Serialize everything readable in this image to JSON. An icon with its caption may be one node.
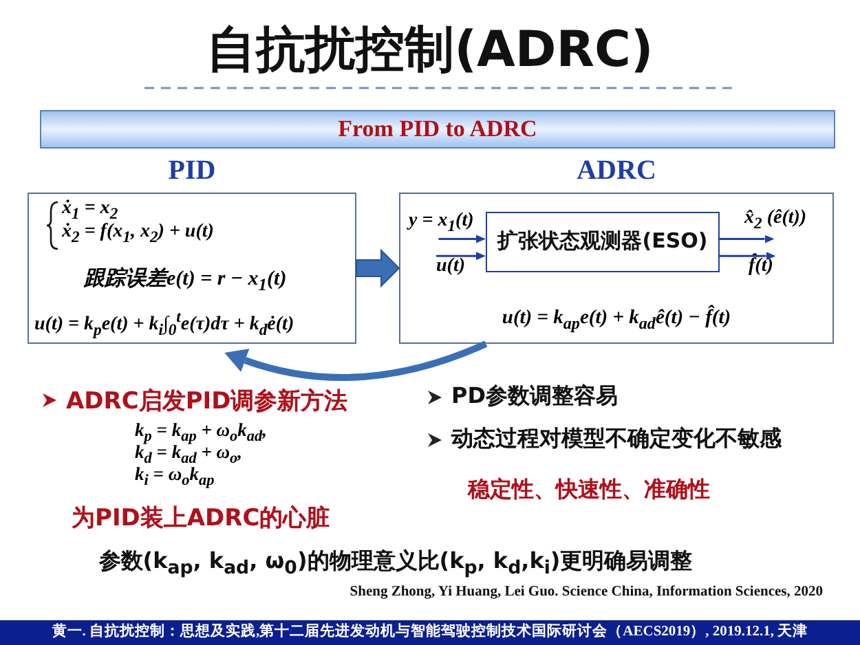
{
  "diagram": {
    "title": "自抗扰控制(ADRC)",
    "nodes": [
      {
        "text": [
          "From PID to ADRC"
        ]
      },
      {
        "text": [
          "PID",
          "ẋ$_{1}$ = x$_{2}$",
          "ẋ$_{2}$ = f(x$_{1}$, x$_{2}$) + u(t)",
          "跟踪误差e(t) = r − x$_{1}$(t)",
          "u(t) = k$_{p}$e(t) + k$_{i}$∫$_{0}$$^{t}$e(τ)dτ + k$_{d}$ė(t)"
        ]
      },
      {
        "text": [
          "ADRC",
          "u(t) = k$_{ap}$e(t) + k$_{ad}$ê(t) − f̂(t)"
        ]
      },
      {
        "text": [
          "扩张状态观测器(ESO)"
        ],
        "in": 2
      },
      {
        "text": [
          "y = x$_{1}$(t)"
        ],
        "in": 2
      },
      {
        "text": [
          "u(t)"
        ],
        "in": 2
      },
      {
        "text": [
          "x̂$_{2}$ (ê(t))"
        ],
        "in": 2
      },
      {
        "text": [
          "f̂(t)"
        ],
        "in": 2
      },
      {
        "text": [
          "黄一. 自抗扰控制：思想及实践,第十二届先进发动机与智能驾驶控制技术国际研讨会（AECS2019）, 2019.12.1, 天津"
        ]
      }
    ],
    "edges": [
      {
        "from": 1,
        "to": 2,
        "arrow": "to",
        "style": "thick"
      },
      {
        "from": 2,
        "to": 1,
        "arrow": "to",
        "style": "thick"
      },
      {
        "from": 4,
        "to": 3,
        "arrow": "to"
      },
      {
        "from": 5,
        "to": 3,
        "arrow": "to"
      },
      {
        "from": 3,
        "to": 6,
        "arrow": "to"
      },
      {
        "from": 3,
        "to": 7,
        "arrow": "to"
      }
    ],
    "labels": [
      "ADRC启发PID调参新方法",
      "k$_{p}$ = k$_{ap}$ + ω$_{o}$k$_{ad}$,",
      "k$_{d}$ = k$_{ad}$ + ω$_{o}$,",
      "k$_{i}$ = ω$_{o}$k$_{ap}$",
      "为PID装上ADRC的心脏",
      "PD参数调整容易",
      "动态过程对模型不确定变化不敏感",
      "稳定性、快速性、准确性",
      "参数(k$_{ap}$, k$_{ad}$, ω$_{0}$)的物理意义比(k$_{p}$, k$_{d}$,k$_{i}$)更明确易调整",
      "Sheng Zhong, Yi Huang, Lei Guo. Science China, Information Sciences, 2020"
    ]
  }
}
